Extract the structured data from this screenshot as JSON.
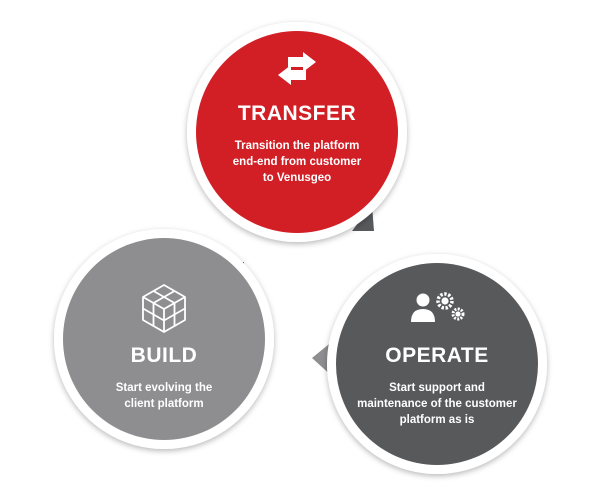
{
  "colors": {
    "transfer": "#d21f26",
    "build": "#8e8e90",
    "operate": "#58595b",
    "ring": "#ffffff",
    "pointer_transfer": "#58595b",
    "pointer_build": "#d21f26",
    "pointer_operate": "#8e8e90"
  },
  "stages": [
    {
      "key": "transfer",
      "icon": "exchange-arrows-icon",
      "title": "TRANSFER",
      "desc_lines": [
        "Transition the platform",
        "end-end from customer",
        "to Venusgeo"
      ]
    },
    {
      "key": "build",
      "icon": "cube-lattice-icon",
      "title": "BUILD",
      "desc_lines": [
        "Start evolving the",
        "client platform"
      ]
    },
    {
      "key": "operate",
      "icon": "user-gears-icon",
      "title": "OPERATE",
      "desc_lines": [
        "Start support and",
        "maintenance of the customer",
        "platform as is"
      ]
    }
  ]
}
